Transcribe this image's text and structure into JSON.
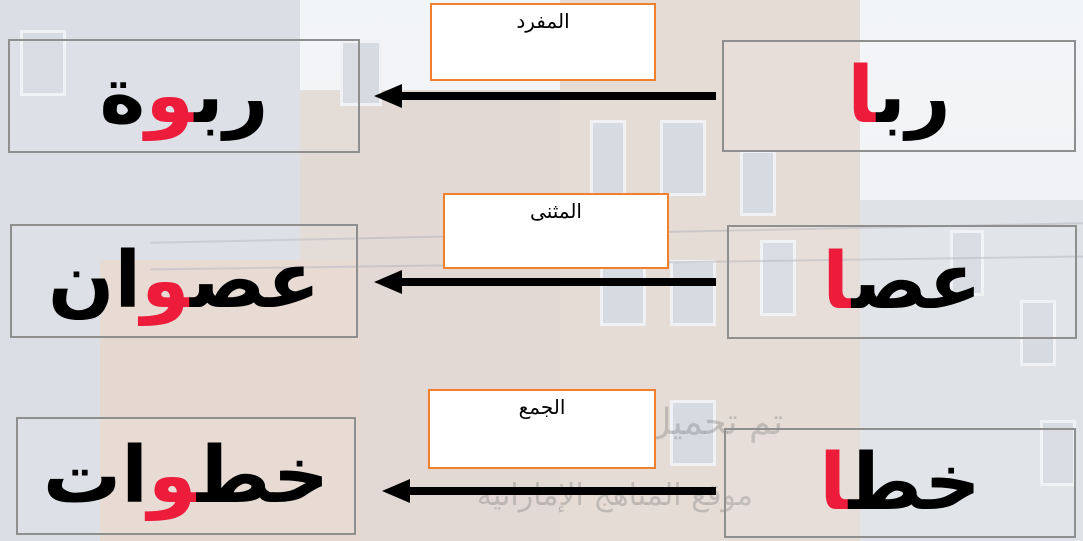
{
  "rows": [
    {
      "source": {
        "pre": "رب",
        "hl": "ا",
        "post": ""
      },
      "target": {
        "pre": "رب",
        "hl": "و",
        "post": "ة"
      },
      "label": "المفرد"
    },
    {
      "source": {
        "pre": "عص",
        "hl": "ا",
        "post": ""
      },
      "target": {
        "pre": "عص",
        "hl": "و",
        "post": "ان"
      },
      "label": "المثنى"
    },
    {
      "source": {
        "pre": "خط",
        "hl": "ا",
        "post": ""
      },
      "target": {
        "pre": "خط",
        "hl": "و",
        "post": "ات"
      },
      "label": "الجمع"
    }
  ],
  "watermark": {
    "line1": "تم تحميل هذا الملف من",
    "line2": "موقع المناهج الإماراتية"
  },
  "colors": {
    "highlight": "#ee1c3b",
    "label_border": "#f07f2e",
    "box_border": "#8f8f8f"
  }
}
